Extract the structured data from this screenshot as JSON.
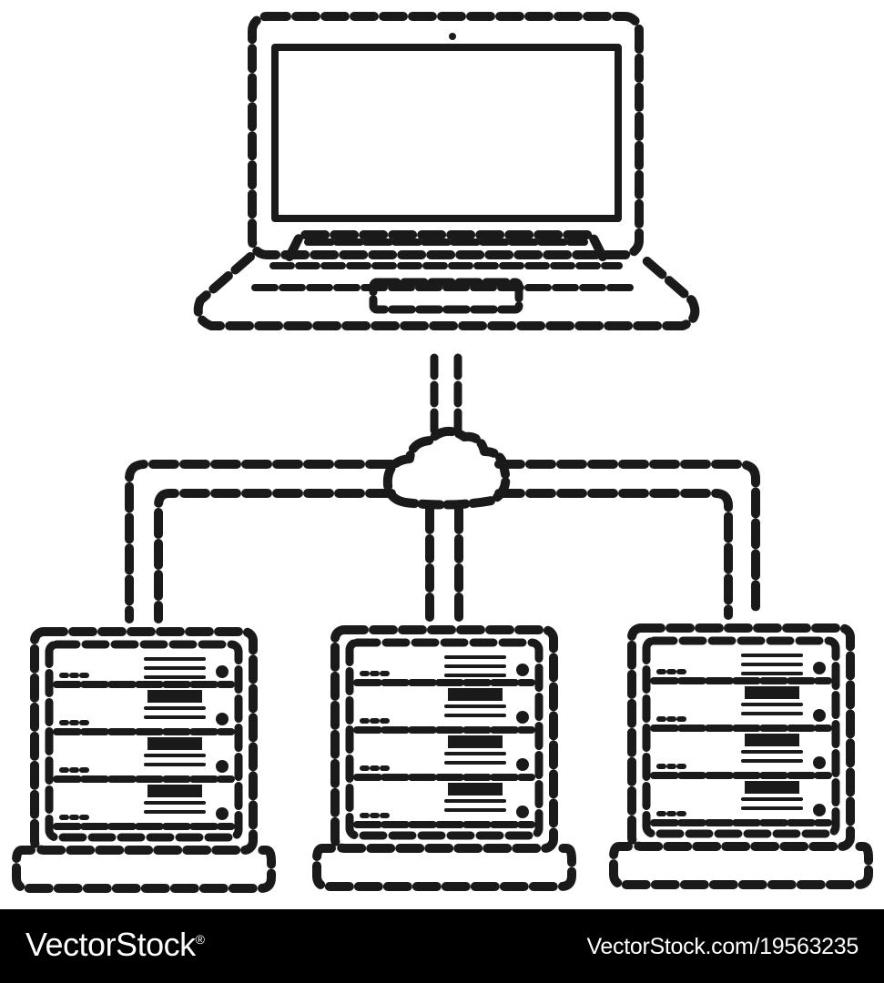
{
  "colors": {
    "ink": "#1a1a1a",
    "background": "#ffffff",
    "footer_bg": "#000000",
    "footer_text": "#ffffff"
  },
  "icons": [
    "laptop-icon",
    "cloud-icon",
    "server-rack-icon"
  ],
  "servers": [
    {
      "name": "server-left"
    },
    {
      "name": "server-center"
    },
    {
      "name": "server-right"
    }
  ],
  "footer": {
    "brand": "VectorStock",
    "reg_mark": "®",
    "url": "VectorStock.com/19563235"
  }
}
